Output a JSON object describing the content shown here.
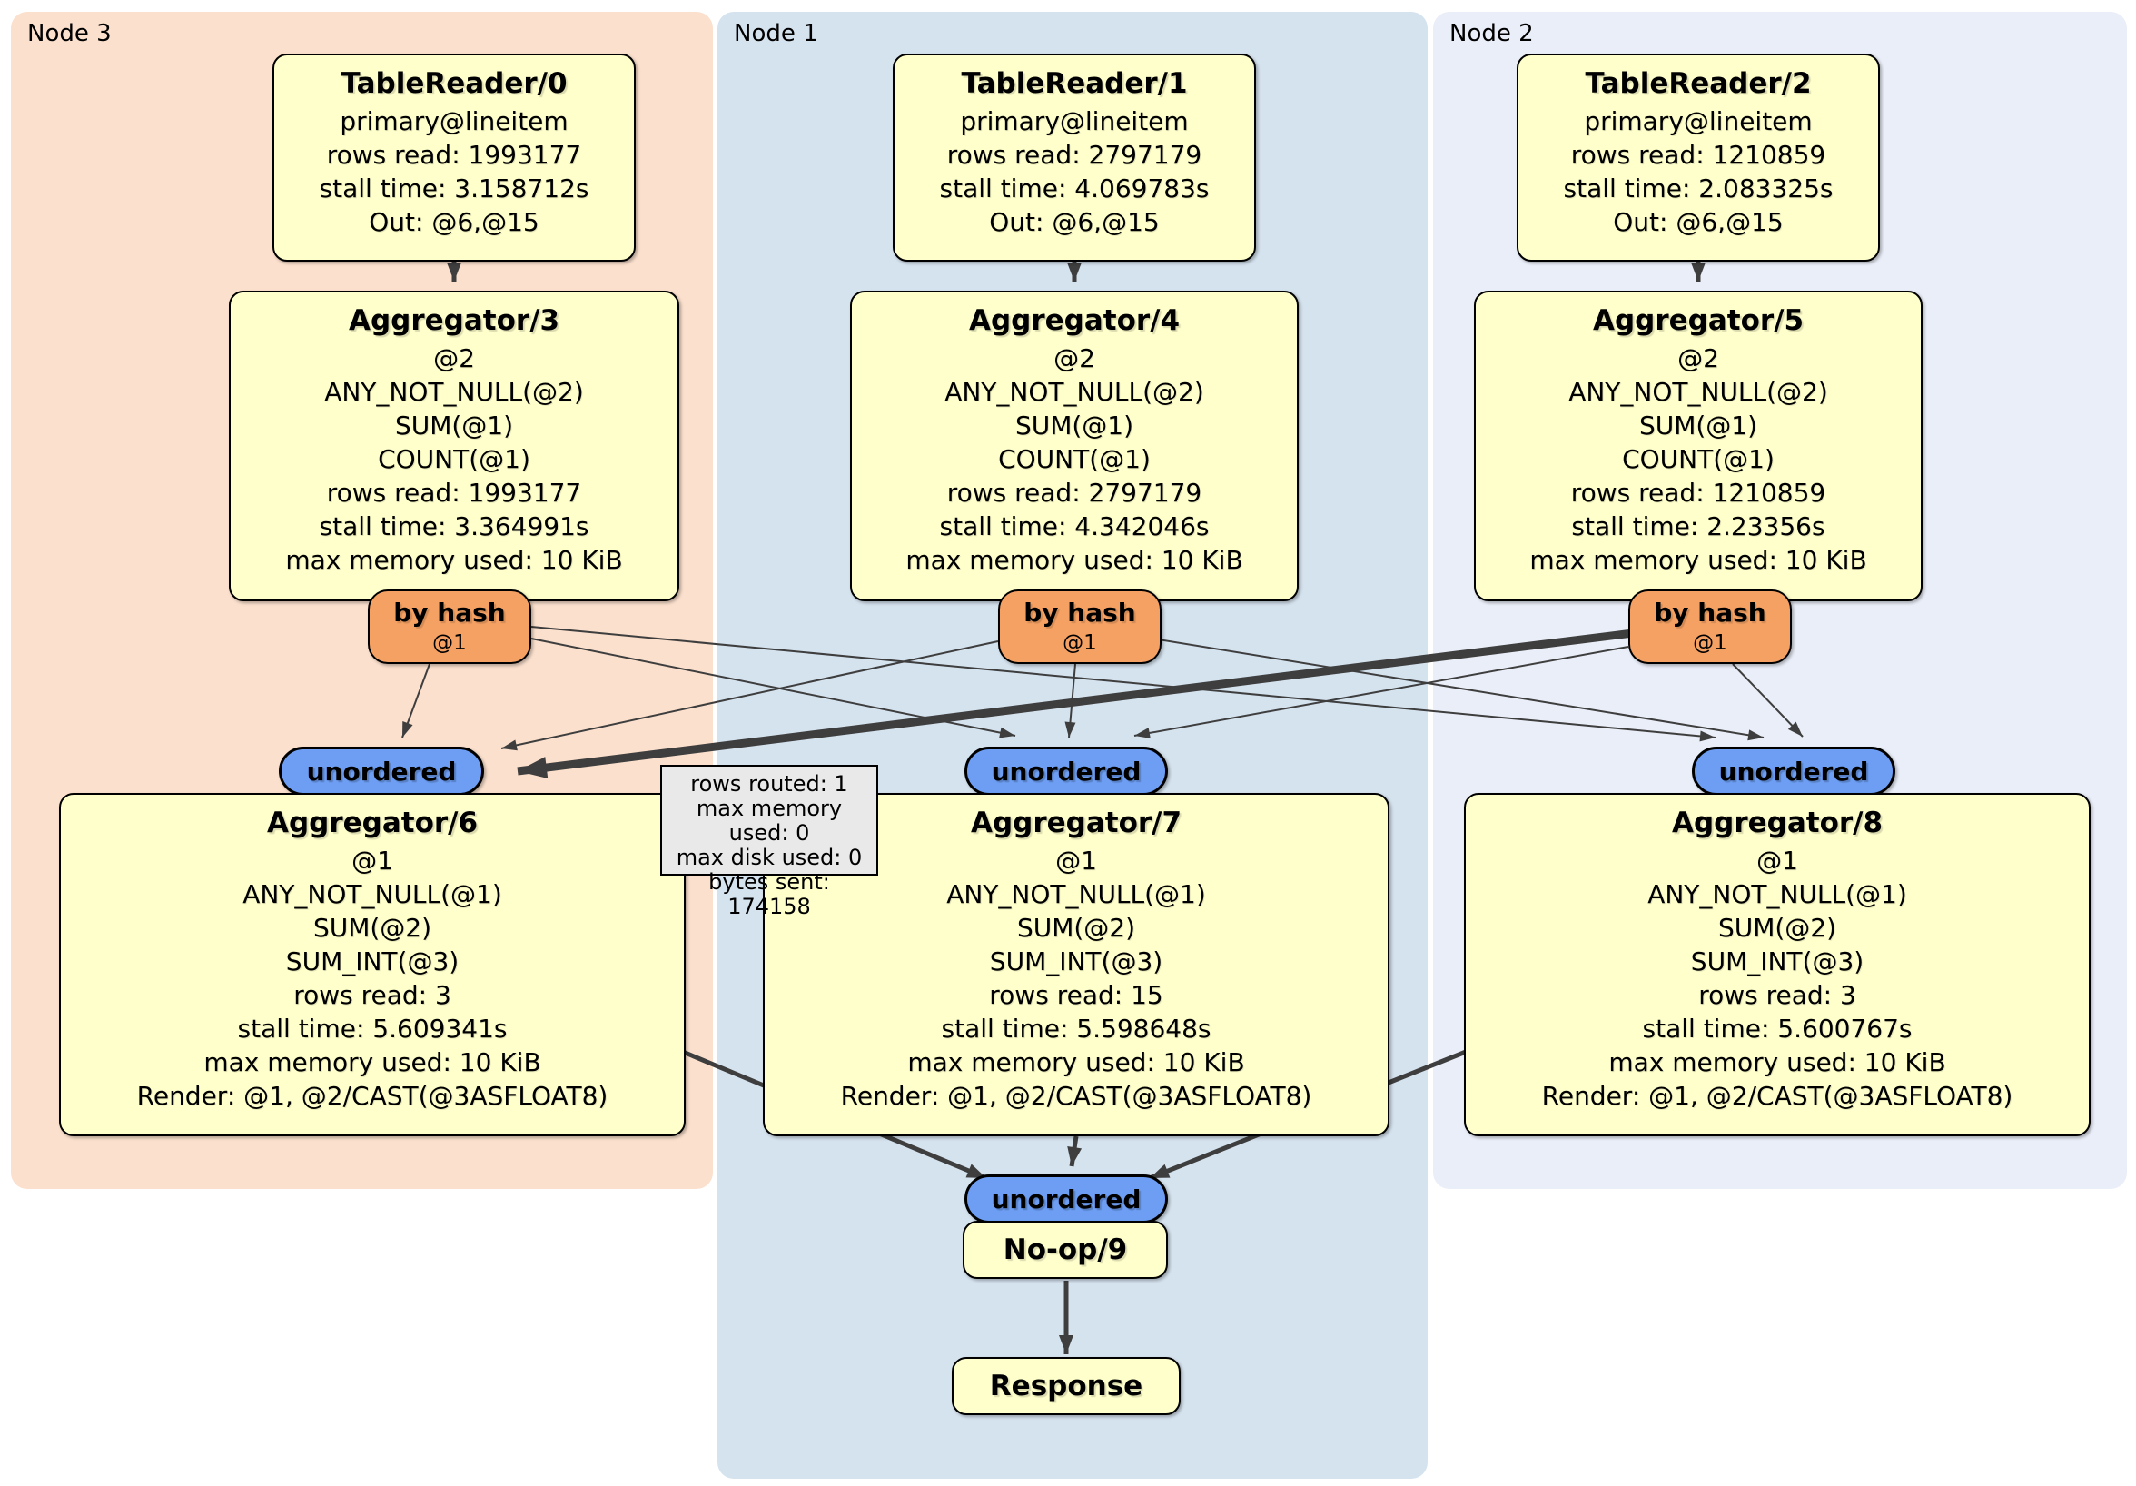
{
  "panels": [
    {
      "label": "Node 3"
    },
    {
      "label": "Node 1"
    },
    {
      "label": "Node 2"
    }
  ],
  "stream_label": "unordered",
  "readers": [
    {
      "title": "TableReader/0",
      "lines": [
        "primary@lineitem",
        "rows read: 1993177",
        "stall time: 3.158712s",
        "Out: @6,@15"
      ]
    },
    {
      "title": "TableReader/1",
      "lines": [
        "primary@lineitem",
        "rows read: 2797179",
        "stall time: 4.069783s",
        "Out: @6,@15"
      ]
    },
    {
      "title": "TableReader/2",
      "lines": [
        "primary@lineitem",
        "rows read: 1210859",
        "stall time: 2.083325s",
        "Out: @6,@15"
      ]
    }
  ],
  "aggs_top": [
    {
      "title": "Aggregator/3",
      "lines": [
        "@2",
        "ANY_NOT_NULL(@2)",
        "SUM(@1)",
        "COUNT(@1)",
        "rows read: 1993177",
        "stall time: 3.364991s",
        "max memory used: 10 KiB"
      ]
    },
    {
      "title": "Aggregator/4",
      "lines": [
        "@2",
        "ANY_NOT_NULL(@2)",
        "SUM(@1)",
        "COUNT(@1)",
        "rows read: 2797179",
        "stall time: 4.342046s",
        "max memory used: 10 KiB"
      ]
    },
    {
      "title": "Aggregator/5",
      "lines": [
        "@2",
        "ANY_NOT_NULL(@2)",
        "SUM(@1)",
        "COUNT(@1)",
        "rows read: 1210859",
        "stall time: 2.23356s",
        "max memory used: 10 KiB"
      ]
    }
  ],
  "routers": [
    {
      "title": "by hash",
      "sub": "@1"
    },
    {
      "title": "by hash",
      "sub": "@1"
    },
    {
      "title": "by hash",
      "sub": "@1"
    }
  ],
  "aggs_mid": [
    {
      "title": "Aggregator/6",
      "lines": [
        "@1",
        "ANY_NOT_NULL(@1)",
        "SUM(@2)",
        "SUM_INT(@3)",
        "rows read: 3",
        "stall time: 5.609341s",
        "max memory used: 10 KiB",
        "Render: @1, @2/CAST(@3ASFLOAT8)"
      ]
    },
    {
      "title": "Aggregator/7",
      "lines": [
        "@1",
        "ANY_NOT_NULL(@1)",
        "SUM(@2)",
        "SUM_INT(@3)",
        "rows read: 15",
        "stall time: 5.598648s",
        "max memory used: 10 KiB",
        "Render: @1, @2/CAST(@3ASFLOAT8)"
      ]
    },
    {
      "title": "Aggregator/8",
      "lines": [
        "@1",
        "ANY_NOT_NULL(@1)",
        "SUM(@2)",
        "SUM_INT(@3)",
        "rows read: 3",
        "stall time: 5.600767s",
        "max memory used: 10 KiB",
        "Render: @1, @2/CAST(@3ASFLOAT8)"
      ]
    }
  ],
  "tooltip": {
    "lines": [
      "rows routed: 1",
      "max memory used: 0",
      "max disk used: 0",
      "bytes sent: 174158"
    ]
  },
  "noop": {
    "title": "No-op/9"
  },
  "response": {
    "title": "Response"
  },
  "colors": {
    "panel_node3": "#fbe0cd",
    "panel_node1": "#d5e3ef",
    "panel_node2": "#eaeef8",
    "box_fill": "#ffffcc",
    "router_fill": "#f5a163",
    "stream_fill": "#6d9ef3",
    "edge": "#3e3e3e",
    "tooltip_fill": "#e9e9e9"
  }
}
